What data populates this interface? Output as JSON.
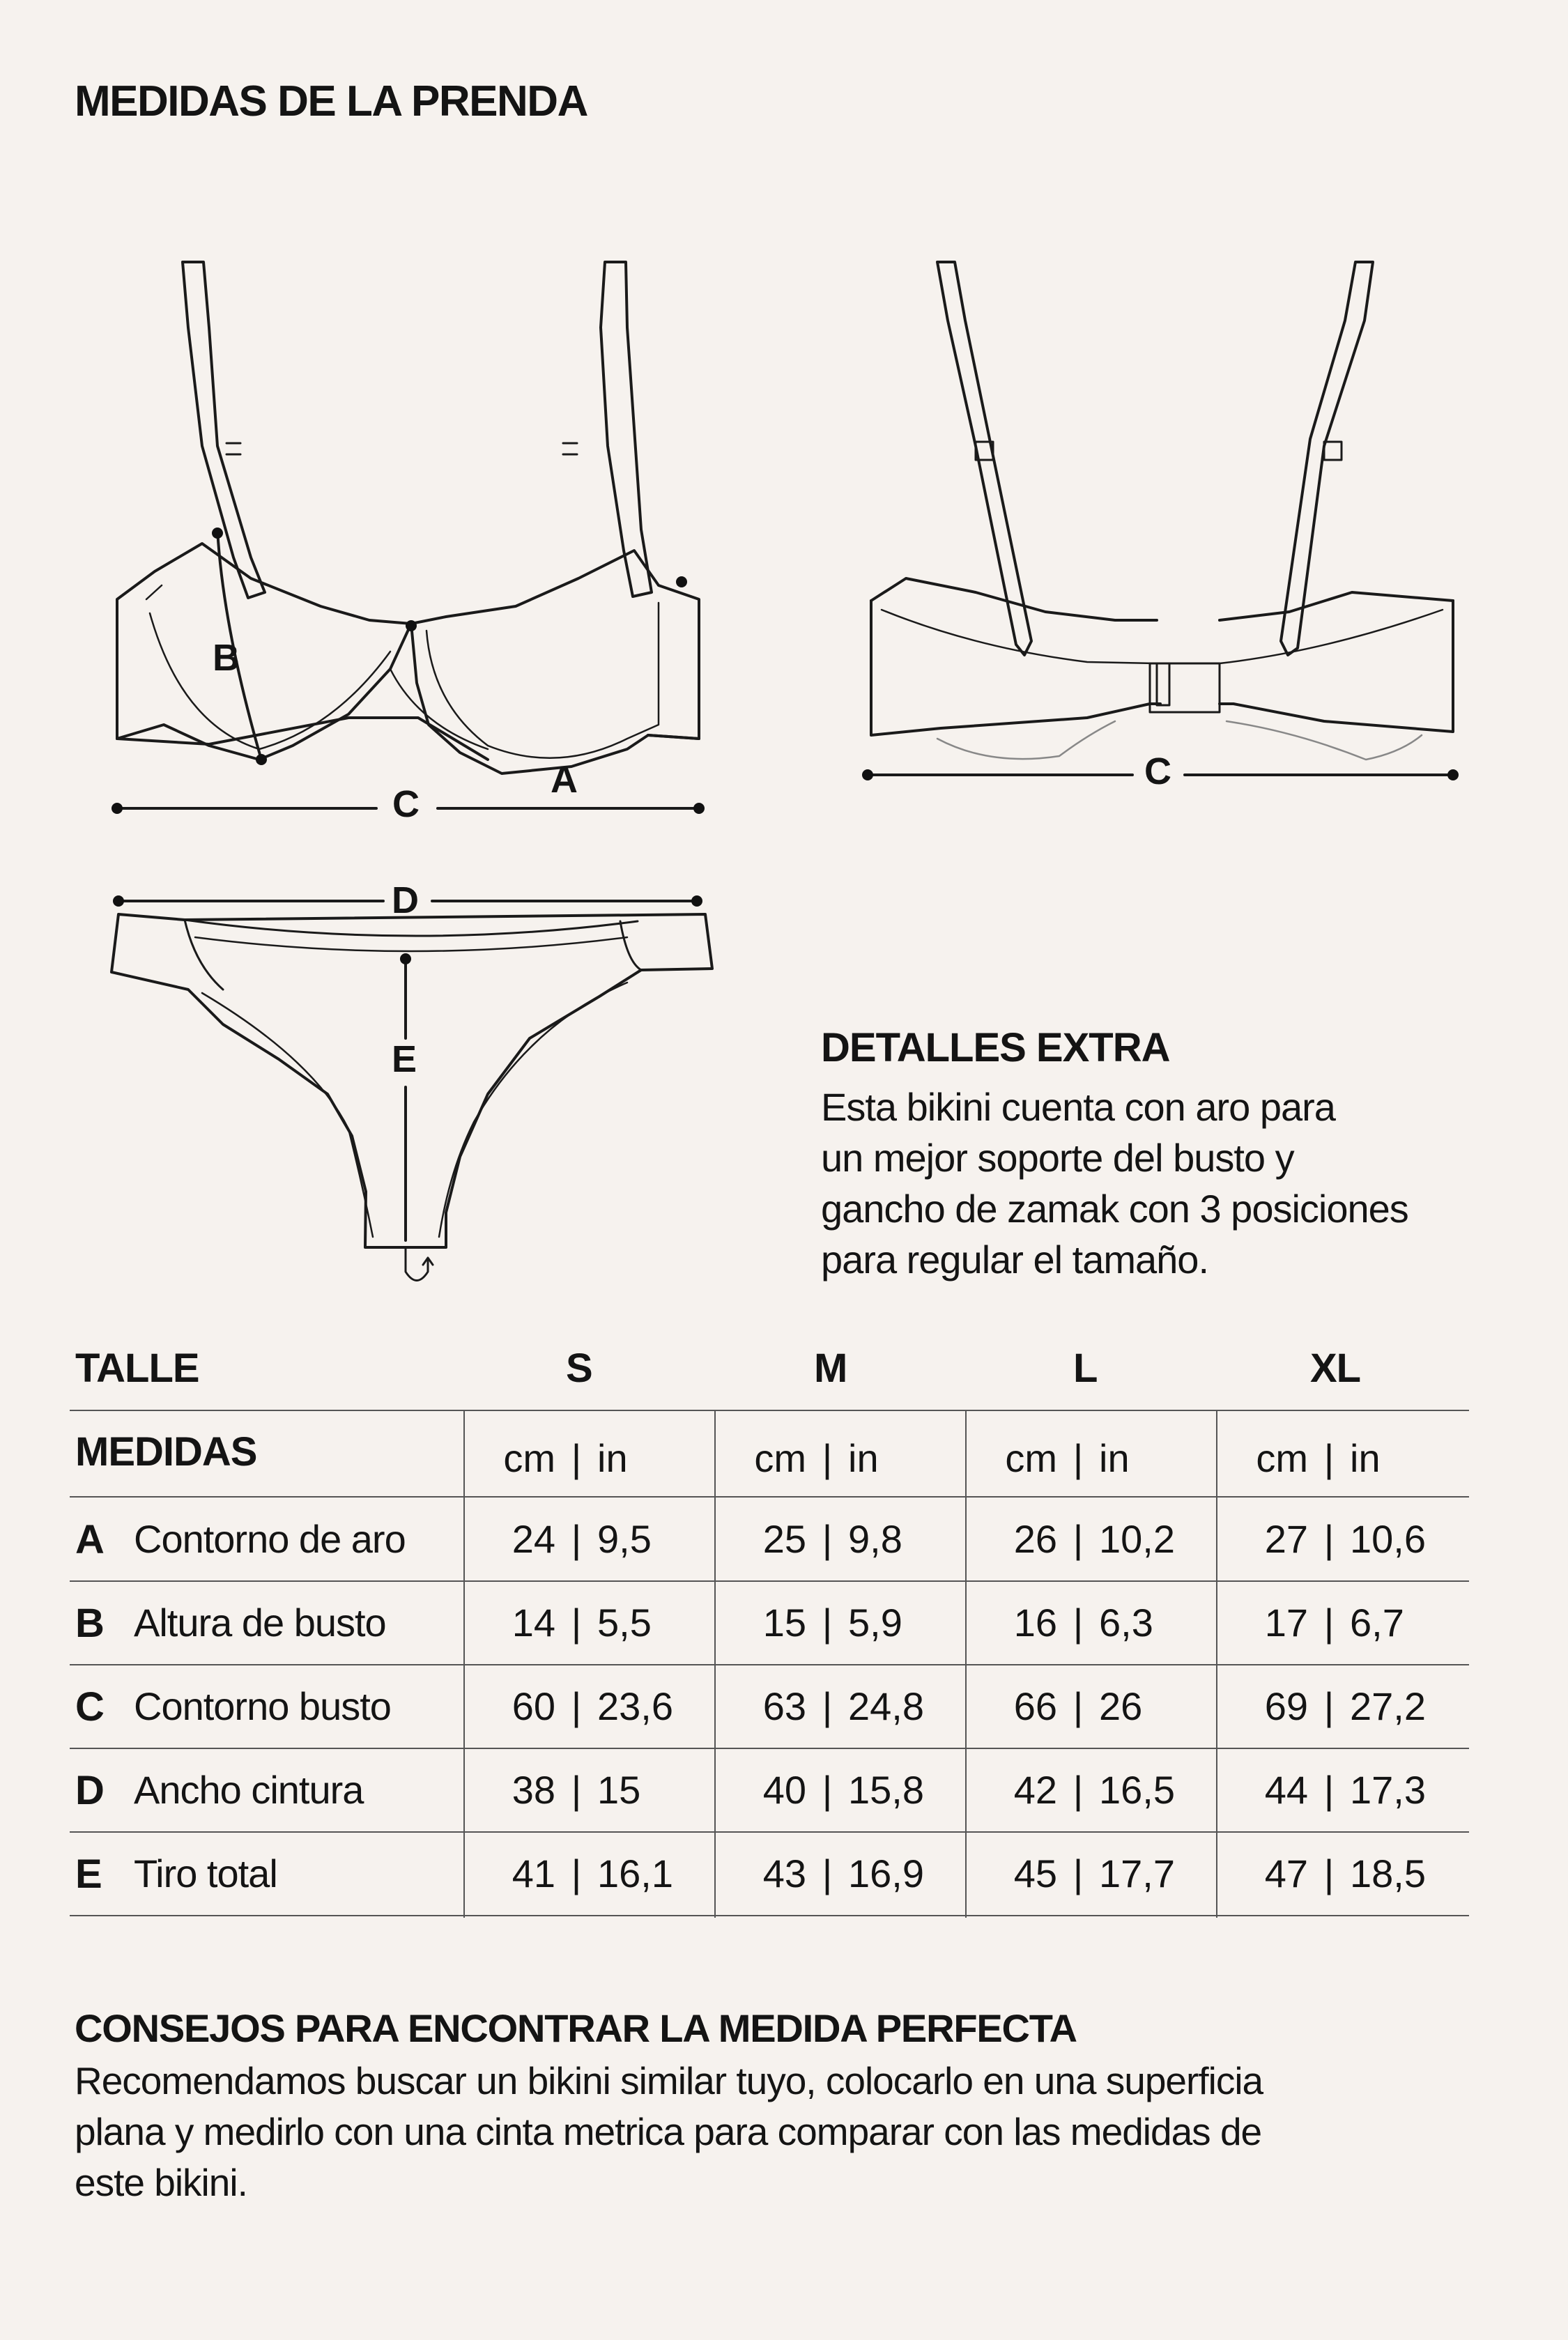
{
  "title": "MEDIDAS DE LA PRENDA",
  "diagram_labels": {
    "a": "A",
    "b": "B",
    "c": "C",
    "d": "D",
    "e": "E"
  },
  "extra": {
    "title": "DETALLES EXTRA",
    "lines": [
      "Esta bikini cuenta con aro para",
      "un mejor soporte del busto y",
      "gancho de zamak con 3 posiciones",
      "para regular el tamaño."
    ]
  },
  "table": {
    "size_header": "TALLE",
    "sizes": [
      "S",
      "M",
      "L",
      "XL"
    ],
    "measures_header": "MEDIDAS",
    "unit_cm": "cm",
    "unit_in": "in",
    "separator": "|",
    "rows": [
      {
        "letter": "A",
        "name": "Contorno de aro",
        "values": [
          [
            "24",
            "9,5"
          ],
          [
            "25",
            "9,8"
          ],
          [
            "26",
            "10,2"
          ],
          [
            "27",
            "10,6"
          ]
        ]
      },
      {
        "letter": "B",
        "name": "Altura de busto",
        "values": [
          [
            "14",
            "5,5"
          ],
          [
            "15",
            "5,9"
          ],
          [
            "16",
            "6,3"
          ],
          [
            "17",
            "6,7"
          ]
        ]
      },
      {
        "letter": "C",
        "name": "Contorno busto",
        "values": [
          [
            "60",
            "23,6"
          ],
          [
            "63",
            "24,8"
          ],
          [
            "66",
            "26"
          ],
          [
            "69",
            "27,2"
          ]
        ]
      },
      {
        "letter": "D",
        "name": "Ancho cintura",
        "values": [
          [
            "38",
            "15"
          ],
          [
            "40",
            "15,8"
          ],
          [
            "42",
            "16,5"
          ],
          [
            "44",
            "17,3"
          ]
        ]
      },
      {
        "letter": "E",
        "name": "Tiro total",
        "values": [
          [
            "41",
            "16,1"
          ],
          [
            "43",
            "16,9"
          ],
          [
            "45",
            "17,7"
          ],
          [
            "47",
            "18,5"
          ]
        ]
      }
    ]
  },
  "tips": {
    "title": "CONSEJOS PARA ENCONTRAR LA MEDIDA PERFECTA",
    "lines": [
      "Recomendamos buscar un bikini similar tuyo, colocarlo en una superficia",
      "plana y medirlo con una cinta metrica para comparar  con las medidas de",
      "este bikini."
    ]
  }
}
